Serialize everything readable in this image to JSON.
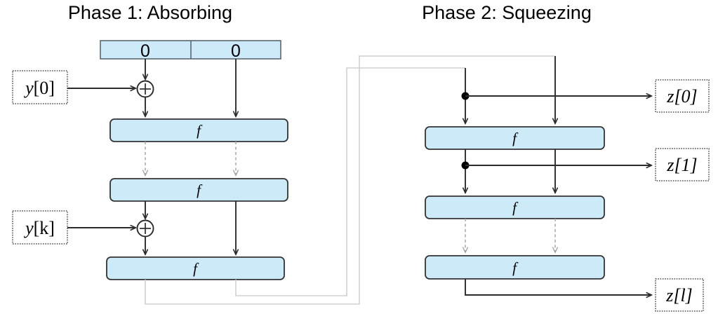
{
  "diagram": {
    "title_left": "Phase 1: Absorbing",
    "title_right": "Phase 2: Squeezing",
    "colors": {
      "block_fill": "#cdeaf9",
      "block_stroke": "#333333",
      "state_fill": "#cceaf9",
      "state_stroke": "#5b6770",
      "solid_line": "#2b2b2b",
      "dashed_line": "#a6a6a6",
      "feedback_line": "#d0d0d0",
      "io_border": "#4d4d4d"
    }
  },
  "phase1": {
    "title": "Phase 1: Absorbing",
    "state_cells": [
      {
        "label": "0"
      },
      {
        "label": "0"
      }
    ],
    "permutations": [
      {
        "label": "f"
      },
      {
        "label": "f"
      },
      {
        "label": "f"
      }
    ],
    "inputs": [
      {
        "var": "y",
        "index": "[0]"
      },
      {
        "var": "y",
        "index": "[k]"
      }
    ],
    "xor_symbol": "+"
  },
  "phase2": {
    "title": "Phase 2: Squeezing",
    "permutations": [
      {
        "label": "f"
      },
      {
        "label": "f"
      },
      {
        "label": "f"
      }
    ],
    "outputs": [
      {
        "var": "z",
        "index": "[0]"
      },
      {
        "var": "z",
        "index": "[1]"
      },
      {
        "var": "z",
        "index": "[l]"
      }
    ]
  }
}
